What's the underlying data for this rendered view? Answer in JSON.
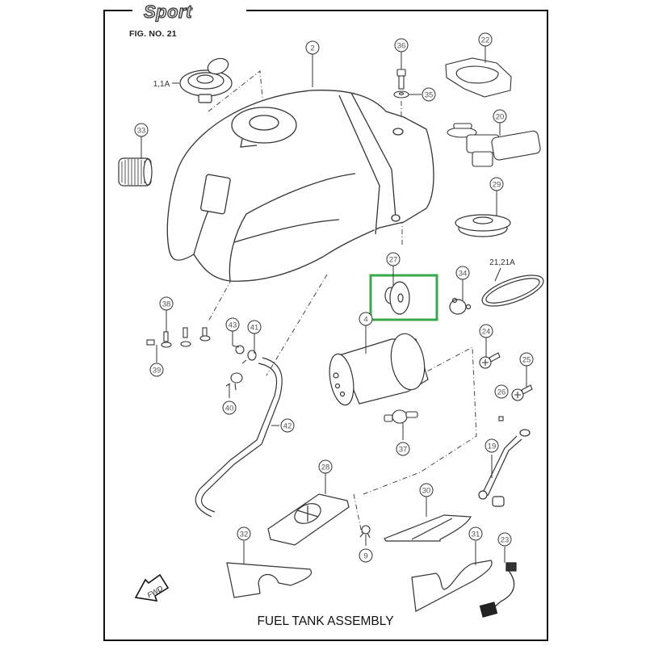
{
  "header": {
    "brand": "Sport",
    "figure_number": "FIG. NO. 21"
  },
  "caption": "FUEL TANK ASSEMBLY",
  "direction_arrow": {
    "label": "FWD",
    "icon": "forward-arrow-icon"
  },
  "highlight": {
    "part": "27",
    "color": "#3aa84a"
  },
  "colors": {
    "line": "#333333",
    "frame": "#111111"
  },
  "callouts": [
    {
      "id": "1,1A",
      "part": "fuel-cap",
      "style": "text"
    },
    {
      "id": "2",
      "part": "fuel-tank"
    },
    {
      "id": "36",
      "part": "bolt"
    },
    {
      "id": "35",
      "part": "washer"
    },
    {
      "id": "22",
      "part": "fuel-pump-gasket"
    },
    {
      "id": "20",
      "part": "fuel-pump"
    },
    {
      "id": "29",
      "part": "grommet"
    },
    {
      "id": "33",
      "part": "rubber-damper"
    },
    {
      "id": "27",
      "part": "rubber-cushion"
    },
    {
      "id": "34",
      "part": "clip"
    },
    {
      "id": "21,21A",
      "part": "o-ring",
      "style": "text"
    },
    {
      "id": "4",
      "part": "fuel-filter-canister"
    },
    {
      "id": "24",
      "part": "screw"
    },
    {
      "id": "25",
      "part": "screw"
    },
    {
      "id": "26",
      "part": "nut"
    },
    {
      "id": "38",
      "part": "bolt"
    },
    {
      "id": "39",
      "part": "clip-nut"
    },
    {
      "id": "43",
      "part": "nut"
    },
    {
      "id": "41",
      "part": "hose-clamp"
    },
    {
      "id": "40",
      "part": "hose-clamp"
    },
    {
      "id": "42",
      "part": "breather-hose"
    },
    {
      "id": "37",
      "part": "fuel-filter"
    },
    {
      "id": "19",
      "part": "fuel-hose"
    },
    {
      "id": "28",
      "part": "tank-pad"
    },
    {
      "id": "30",
      "part": "heat-shield"
    },
    {
      "id": "32",
      "part": "rubber-sheet"
    },
    {
      "id": "9",
      "part": "clamp"
    },
    {
      "id": "31",
      "part": "rubber-sheet"
    },
    {
      "id": "23",
      "part": "wire-harness"
    }
  ]
}
